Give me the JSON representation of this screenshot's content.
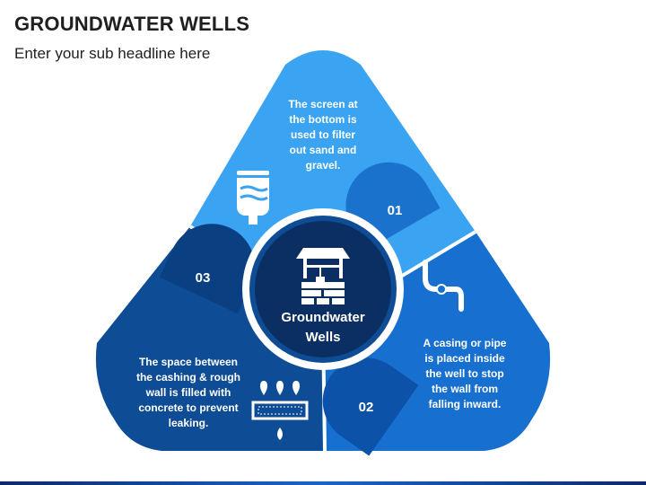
{
  "header": {
    "title": "GROUNDWATER WELLS",
    "subtitle": "Enter your sub headline here"
  },
  "center": {
    "label_line1": "Groundwater",
    "label_line2": "Wells",
    "icon": "water-well-icon"
  },
  "segments": [
    {
      "number": "01",
      "text": [
        "The screen at",
        "the bottom is",
        "used to filter",
        "out sand and",
        "gravel."
      ],
      "icon": "water-filter-icon",
      "color": "#3aa4f2"
    },
    {
      "number": "02",
      "text": [
        "A casing or pipe",
        "is placed inside",
        "the well to stop",
        "the wall from",
        "falling inward."
      ],
      "icon": "pipe-icon",
      "color": "#1770cf"
    },
    {
      "number": "03",
      "text": [
        "The space between",
        "the cashing & rough",
        "wall is filled with",
        "concrete to prevent",
        "leaking."
      ],
      "icon": "concrete-leak-icon",
      "color": "#0e4c95"
    }
  ],
  "colors": {
    "center_circle": "#0b2f63",
    "ring": "#ffffff",
    "number_tab": "#0a3f82"
  }
}
